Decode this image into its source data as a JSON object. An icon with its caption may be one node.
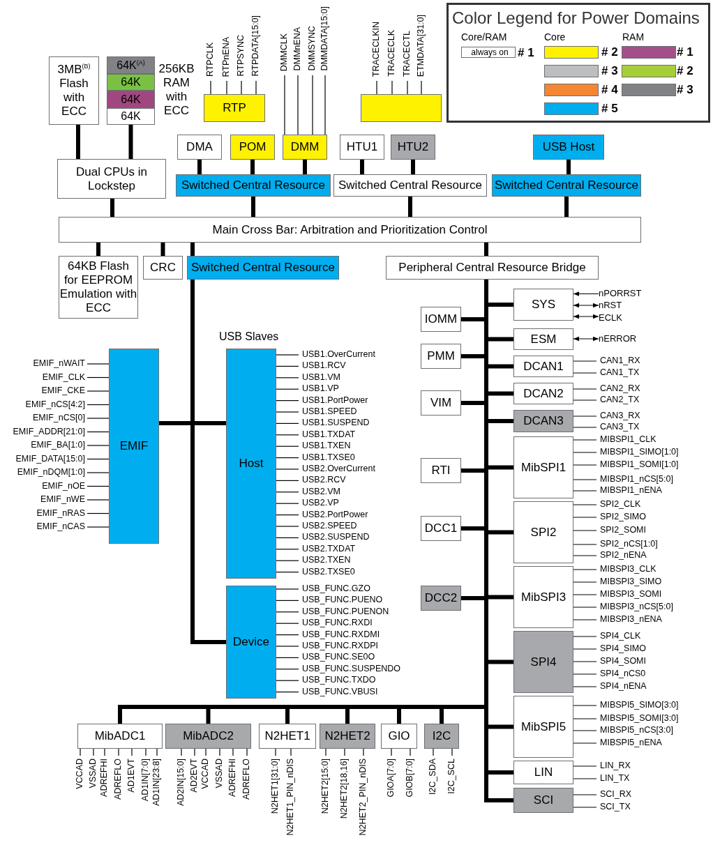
{
  "diagram": {
    "nodes": [
      {
        "text": [
          "3MB$^{(B)}$ Flash with ECC"
        ]
      },
      {
        "text": [
          "256KB RAM with ECC"
        ]
      },
      {
        "text": [
          "64K$^{(A)}$"
        ],
        "in": 1
      },
      {
        "text": [
          "64K"
        ],
        "in": 1
      },
      {
        "text": [
          "64K"
        ],
        "in": 1
      },
      {
        "text": [
          "64K"
        ],
        "in": 1
      },
      {
        "text": [
          "RTP"
        ],
        "beside": [
          "RTPCLK",
          "RTPnENA",
          "RTPSYNC",
          "RTPDATA[15:0]"
        ]
      },
      {
        "text": [],
        "shape": "box",
        "beside": [
          "TRACECLKIN",
          "TRACECLK",
          "TRACECTL",
          "ETMDATA[31:0]"
        ]
      },
      {
        "text": [
          "DMA"
        ]
      },
      {
        "text": [
          "POM"
        ]
      },
      {
        "text": [
          "DMM"
        ],
        "beside": [
          "DMMCLK",
          "DMMnENA",
          "DMMSYNC",
          "DMMDATA[15:0]"
        ]
      },
      {
        "text": [
          "HTU1"
        ]
      },
      {
        "text": [
          "HTU2"
        ]
      },
      {
        "text": [
          "USB Host"
        ]
      },
      {
        "text": [
          "Dual CPUs in Lockstep"
        ]
      },
      {
        "text": [
          "Switched Central Resource"
        ]
      },
      {
        "text": [
          "Switched Central Resource"
        ]
      },
      {
        "text": [
          "Switched Central Resource"
        ]
      },
      {
        "text": [
          "Main Cross Bar: Arbitration and Prioritization Control"
        ]
      },
      {
        "text": [
          "64KB Flash for EEPROM Emulation with ECC"
        ]
      },
      {
        "text": [
          "CRC"
        ]
      },
      {
        "text": [
          "Switched Central Resource"
        ]
      },
      {
        "text": [
          "Peripheral Central Resource Bridge"
        ]
      },
      {
        "text": [
          "SYS"
        ]
      },
      {
        "text": [
          "IOMM"
        ]
      },
      {
        "text": [
          "ESM"
        ]
      },
      {
        "text": [
          "PMM"
        ]
      },
      {
        "text": [
          "DCAN1"
        ],
        "beside": [
          "CAN1_RX",
          "CAN1_TX"
        ]
      },
      {
        "text": [
          "DCAN2"
        ],
        "beside": [
          "CAN2_RX",
          "CAN2_TX"
        ]
      },
      {
        "text": [
          "VIM"
        ]
      },
      {
        "text": [
          "DCAN3"
        ],
        "beside": [
          "CAN3_RX",
          "CAN3_TX"
        ]
      },
      {
        "text": [
          "MibSPI1"
        ],
        "beside": [
          "MIBSPI1_CLK",
          "MIBSPI1_SIMO[1:0]",
          "MIBSPI1_SOMI[1:0]",
          "MIBSPI1_nCS[5:0]",
          "MIBSPI1_nENA"
        ]
      },
      {
        "text": [
          "RTI"
        ]
      },
      {
        "text": [
          "SPI2"
        ],
        "beside": [
          "SPI2_CLK",
          "SPI2_SIMO",
          "SPI2_SOMI",
          "SPI2_nCS[1:0]",
          "SPI2_nENA"
        ]
      },
      {
        "text": [
          "DCC1"
        ]
      },
      {
        "text": [
          "MibSPI3"
        ],
        "beside": [
          "MIBSPI3_CLK",
          "MIBSPI3_SIMO",
          "MIBSPI3_SOMI",
          "MIBSPI3_nCS[5:0]",
          "MIBSPI3_nENA"
        ]
      },
      {
        "text": [
          "DCC2"
        ]
      },
      {
        "text": [
          "SPI4"
        ],
        "beside": [
          "SPI4_CLK",
          "SPI4_SIMO",
          "SPI4_SOMI",
          "SPI4_nCS0",
          "SPI4_nENA"
        ]
      },
      {
        "text": [
          "MibSPI5"
        ],
        "beside": [
          "MIBSPI5_SIMO[3:0]",
          "MIBSPI5_SOMI[3:0]",
          "MIBSPI5_nCS[3:0]",
          "MIBSPI5_nENA"
        ]
      },
      {
        "text": [
          "LIN"
        ],
        "beside": [
          "LIN_RX",
          "LIN_TX"
        ]
      },
      {
        "text": [
          "SCI"
        ],
        "beside": [
          "SCI_RX",
          "SCI_TX"
        ]
      },
      {
        "text": [
          "EMIF"
        ],
        "beside": [
          "EMIF_nWAIT",
          "EMIF_CLK",
          "EMIF_CKE",
          "EMIF_nCS[4:2]",
          "EMIF_nCS[0]",
          "EMIF_ADDR[21:0]",
          "EMIF_BA[1:0]",
          "EMIF_DATA[15:0]",
          "EMIF_nDQM[1:0]",
          "EMIF_nOE",
          "EMIF_nWE",
          "EMIF_nRAS",
          "EMIF_nCAS"
        ]
      },
      {
        "text": [
          "Host"
        ],
        "beside": [
          "USB1.OverCurrent",
          "USB1.RCV",
          "USB1.VM",
          "USB1.VP",
          "USB1.PortPower",
          "USB1.SPEED",
          "USB1.SUSPEND",
          "USB1.TXDAT",
          "USB1.TXEN",
          "USB1.TXSE0",
          "USB2.OverCurrent",
          "USB2.RCV",
          "USB2.VM",
          "USB2.VP",
          "USB2.PortPower",
          "USB2.SPEED",
          "USB2.SUSPEND",
          "USB2.TXDAT",
          "USB2.TXEN",
          "USB2.TXSE0"
        ]
      },
      {
        "text": [
          "Device"
        ],
        "beside": [
          "USB_FUNC.GZO",
          "USB_FUNC.PUENO",
          "USB_FUNC.PUENON",
          "USB_FUNC.RXDI",
          "USB_FUNC.RXDMI",
          "USB_FUNC.RXDPI",
          "USB_FUNC.SE0O",
          "USB_FUNC.SUSPENDO",
          "USB_FUNC.TXDO",
          "USB_FUNC.VBUSI"
        ]
      },
      {
        "text": [
          "MibADC1"
        ],
        "beside": [
          "VCCAD",
          "VSSAD",
          "ADREFHI",
          "ADREFLO",
          "AD1EVT",
          "AD1IN[7:0]",
          "AD1IN[23:8]"
        ]
      },
      {
        "text": [
          "MibADC2"
        ],
        "beside": [
          "AD2IN[15:0]",
          "AD2EVT",
          "VCCAD",
          "VSSAD",
          "ADREFHI",
          "ADREFLO"
        ]
      },
      {
        "text": [
          "N2HET1"
        ],
        "beside": [
          "N2HET1[31:0]",
          "N2HET1_PIN_nDIS"
        ]
      },
      {
        "text": [
          "N2HET2"
        ],
        "beside": [
          "N2HET2[15:0]",
          "N2HET2[18,16]",
          "N2HET2_PIN_nDIS"
        ]
      },
      {
        "text": [
          "GIO"
        ],
        "beside": [
          "GIOA[7:0]",
          "GIOB[7:0]"
        ]
      },
      {
        "text": [
          "I2C"
        ],
        "beside": [
          "I2C_SDA",
          "I2C_SCL"
        ]
      },
      {
        "text": [
          "nPORRST"
        ]
      },
      {
        "text": [
          "nRST"
        ]
      },
      {
        "text": [
          "ECLK"
        ]
      },
      {
        "text": [
          "nERROR"
        ]
      }
    ],
    "edges": [
      {
        "from": 0,
        "to": 14,
        "arrow": "none"
      },
      {
        "from": 1,
        "to": 14,
        "arrow": "none"
      },
      {
        "from": 14,
        "to": 18,
        "arrow": "none"
      },
      {
        "from": 8,
        "to": 15,
        "arrow": "none"
      },
      {
        "from": 9,
        "to": 15,
        "arrow": "none"
      },
      {
        "from": 10,
        "to": 15,
        "arrow": "none"
      },
      {
        "from": 15,
        "to": 18,
        "arrow": "none"
      },
      {
        "from": 11,
        "to": 16,
        "arrow": "none"
      },
      {
        "from": 12,
        "to": 16,
        "arrow": "none"
      },
      {
        "from": 16,
        "to": 18,
        "arrow": "none"
      },
      {
        "from": 13,
        "to": 17,
        "arrow": "none"
      },
      {
        "from": 17,
        "to": 18,
        "arrow": "none"
      },
      {
        "from": 18,
        "to": 19,
        "arrow": "none"
      },
      {
        "from": 18,
        "to": 20,
        "arrow": "none"
      },
      {
        "from": 18,
        "to": 21,
        "arrow": "none"
      },
      {
        "from": 18,
        "to": 22,
        "arrow": "none"
      },
      {
        "from": 22,
        "to": 23,
        "arrow": "none"
      },
      {
        "from": 22,
        "to": 24,
        "arrow": "none"
      },
      {
        "from": 22,
        "to": 25,
        "arrow": "none"
      },
      {
        "from": 22,
        "to": 26,
        "arrow": "none"
      },
      {
        "from": 22,
        "to": 27,
        "arrow": "none"
      },
      {
        "from": 22,
        "to": 28,
        "arrow": "none"
      },
      {
        "from": 22,
        "to": 29,
        "arrow": "none"
      },
      {
        "from": 22,
        "to": 30,
        "arrow": "none"
      },
      {
        "from": 22,
        "to": 31,
        "arrow": "none"
      },
      {
        "from": 22,
        "to": 32,
        "arrow": "none"
      },
      {
        "from": 22,
        "to": 33,
        "arrow": "none"
      },
      {
        "from": 22,
        "to": 34,
        "arrow": "none"
      },
      {
        "from": 22,
        "to": 35,
        "arrow": "none"
      },
      {
        "from": 22,
        "to": 36,
        "arrow": "none"
      },
      {
        "from": 22,
        "to": 37,
        "arrow": "none"
      },
      {
        "from": 22,
        "to": 38,
        "arrow": "none"
      },
      {
        "from": 22,
        "to": 39,
        "arrow": "none"
      },
      {
        "from": 22,
        "to": 40,
        "arrow": "none"
      },
      {
        "from": 21,
        "to": 41,
        "arrow": "none"
      },
      {
        "from": 21,
        "to": 42,
        "arrow": "none"
      },
      {
        "from": 21,
        "to": 43,
        "arrow": "none"
      },
      {
        "from": 22,
        "to": 44,
        "arrow": "none"
      },
      {
        "from": 22,
        "to": 45,
        "arrow": "none"
      },
      {
        "from": 22,
        "to": 46,
        "arrow": "none"
      },
      {
        "from": 22,
        "to": 47,
        "arrow": "none"
      },
      {
        "from": 22,
        "to": 48,
        "arrow": "none"
      },
      {
        "from": 22,
        "to": 49,
        "arrow": "none"
      },
      {
        "from": 50,
        "to": 23,
        "arrow": "to"
      },
      {
        "from": 51,
        "to": 23,
        "arrow": "both"
      },
      {
        "from": 52,
        "to": 23,
        "arrow": "both"
      },
      {
        "from": 53,
        "to": 25,
        "arrow": "both"
      }
    ],
    "labels": [
      "Color Legend for Power Domains",
      "Core/RAM",
      "Core",
      "RAM",
      "always on",
      "USB Slaves"
    ],
    "legend": [
      {
        "text": "# 1",
        "color": "#ffffff"
      },
      {
        "text": "# 2",
        "color": "#fff200"
      },
      {
        "text": "# 1",
        "color": "#a54f8a"
      },
      {
        "text": "# 3",
        "color": "#bcbec0"
      },
      {
        "text": "# 2",
        "color": "#a6ce39"
      },
      {
        "text": "# 4",
        "color": "#f58634"
      },
      {
        "text": "# 3",
        "color": "#808285"
      },
      {
        "text": "# 5",
        "color": "#00aeef"
      }
    ]
  }
}
